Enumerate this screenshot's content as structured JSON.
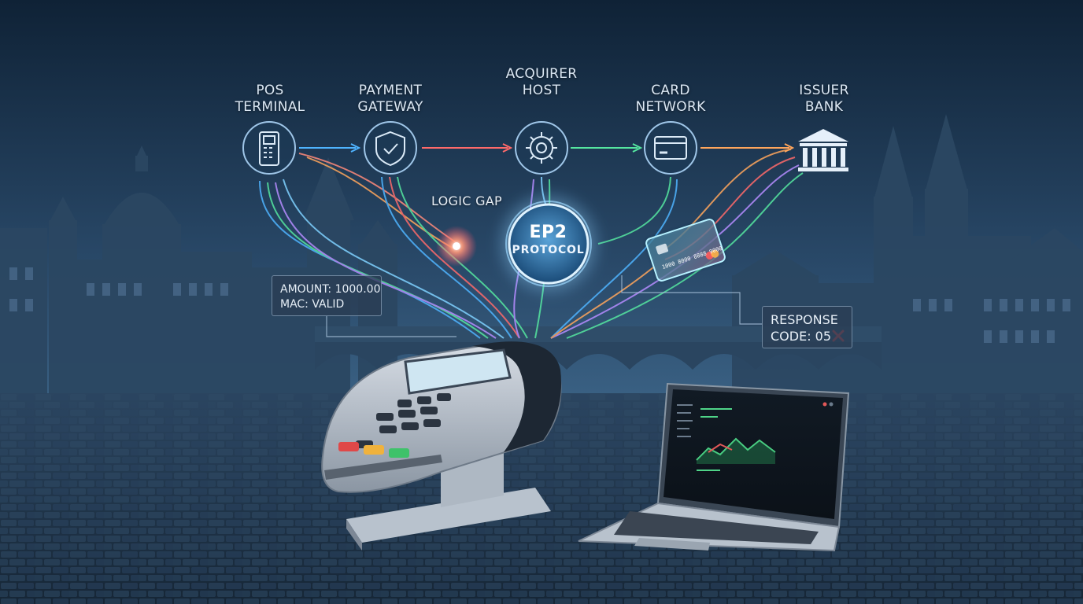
{
  "nodes": [
    {
      "id": "pos",
      "line1": "POS",
      "line2": "TERMINAL",
      "icon": "pos-terminal-icon"
    },
    {
      "id": "gateway",
      "line1": "PAYMENT",
      "line2": "GATEWAY",
      "icon": "shield-check-icon"
    },
    {
      "id": "acquirer",
      "line1": "ACQUIRER",
      "line2": "HOST",
      "icon": "gear-icon"
    },
    {
      "id": "network",
      "line1": "CARD",
      "line2": "NETWORK",
      "icon": "credit-card-icon"
    },
    {
      "id": "issuer",
      "line1": "ISSUER",
      "line2": "BANK",
      "icon": "bank-icon"
    }
  ],
  "hub": {
    "line1": "EP2",
    "line2": "PROTOCOL"
  },
  "logic_gap_label": "LOGIC GAP",
  "amount_box": {
    "line1": "AMOUNT: 1000.00",
    "line2": "MAC: VALID"
  },
  "response_box": {
    "line1": "RESPONSE",
    "line2": "CODE: 05",
    "status_icon": "x-mark-icon"
  },
  "card_number": "1000 8000 8888 9000",
  "colors": {
    "sky_top": "#0f2133",
    "sky_bottom": "#3d6588",
    "flow_blue": "#4fb4ff",
    "flow_red": "#ff6a6a",
    "flow_green": "#55e6a0",
    "flow_orange": "#ffa65c",
    "flow_purple": "#b58cff",
    "error_red": "#e24848"
  }
}
